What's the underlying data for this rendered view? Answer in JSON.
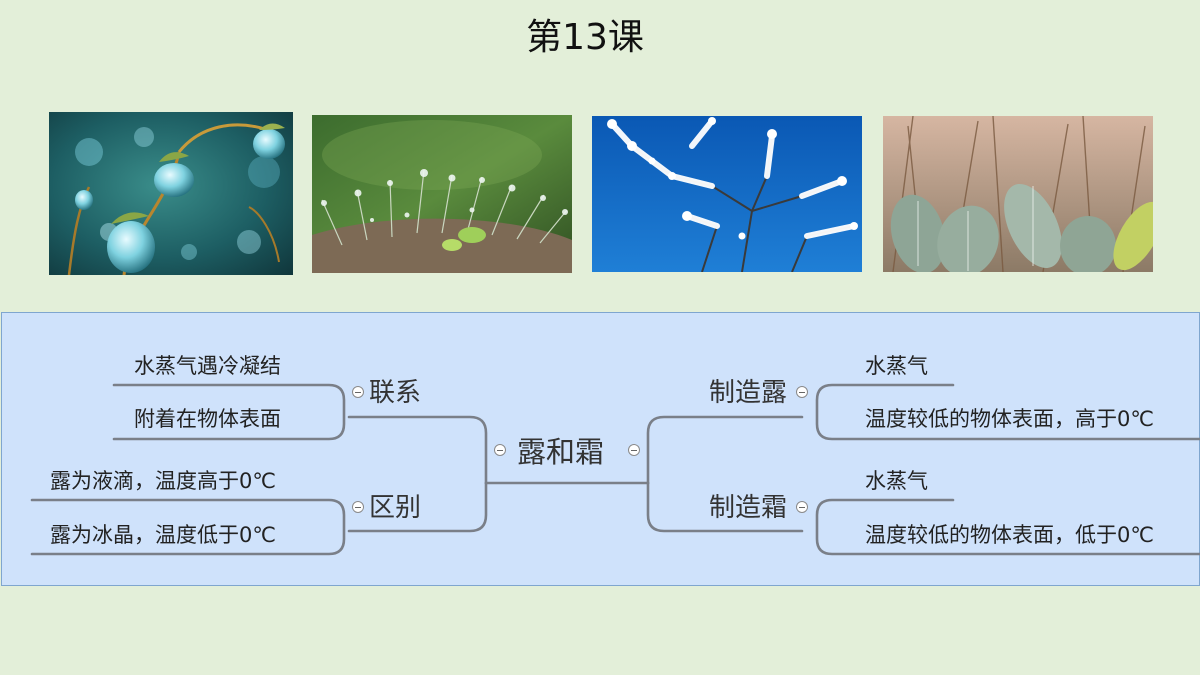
{
  "slide": {
    "title": "第13课"
  },
  "photos": [
    {
      "name": "dew-on-moss-sprouts"
    },
    {
      "name": "dewdrops-on-grass"
    },
    {
      "name": "frost-on-branches-blue-sky"
    },
    {
      "name": "frost-on-leaves"
    }
  ],
  "mindmap": {
    "center": "露和霜",
    "left": [
      {
        "label": "联系",
        "children": [
          "水蒸气遇冷凝结",
          "附着在物体表面"
        ]
      },
      {
        "label": "区别",
        "children": [
          "露为液滴，温度高于0℃",
          "露为冰晶，温度低于0℃"
        ]
      }
    ],
    "right": [
      {
        "label": "制造露",
        "children": [
          "水蒸气",
          "温度较低的物体表面，高于0℃"
        ]
      },
      {
        "label": "制造霜",
        "children": [
          "水蒸气",
          "温度较低的物体表面，低于0℃"
        ]
      }
    ],
    "colors": {
      "panel": "#cfe2fb",
      "lines": "#7a7f88",
      "background": "#e3efd9"
    }
  }
}
